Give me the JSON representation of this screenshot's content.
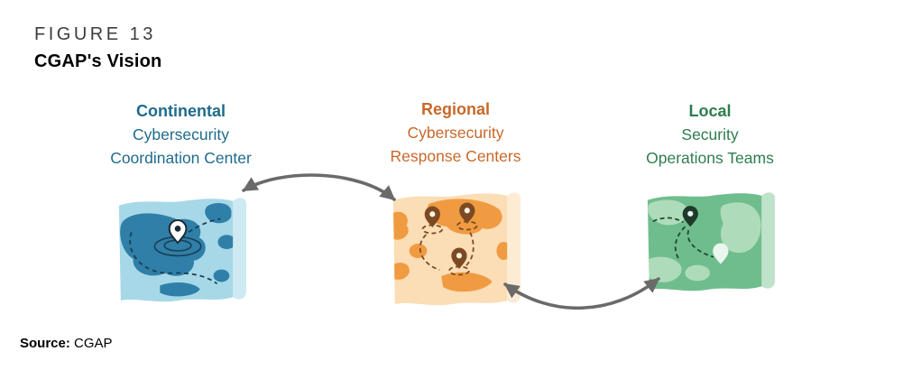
{
  "figure": {
    "label": "FIGURE 13",
    "title": "CGAP's Vision"
  },
  "nodes": [
    {
      "id": "continental",
      "title": "Continental",
      "line1": "Cybersecurity",
      "line2": "Coordination Center",
      "text_color": "#1e6b8c",
      "map_base": "#a7d8e8",
      "map_blob": "#2f7fa8",
      "map_curl": "#cdeaf3",
      "accent_dark": "#1c3e54",
      "pin_fill": "#ffffff",
      "pin_stroke": "#1c2b33",
      "pin_dot": "#1c2b33",
      "pin_count": 1
    },
    {
      "id": "regional",
      "title": "Regional",
      "line1": "Cybersecurity",
      "line2": "Response Centers",
      "text_color": "#c8682a",
      "map_base": "#fbddb6",
      "map_blob": "#f09b41",
      "map_curl": "#fdecd4",
      "accent_dark": "#7c4a22",
      "pin_fill": "#7c4a22",
      "pin_stroke": "#7c4a22",
      "pin_dot": "#fdf3e3",
      "pin_count": 3
    },
    {
      "id": "local",
      "title": "Local",
      "line1": "Security",
      "line2": "Operations Teams",
      "text_color": "#2e7d4f",
      "map_base": "#6fbd8c",
      "map_blob": "#aedcba",
      "map_curl": "#bfe3ca",
      "accent_dark": "#1e4831",
      "pin_fill": "#1e3a2a",
      "pin_stroke": "#1e3a2a",
      "pin_dot": "#eaf6ee",
      "pin_count": 2
    }
  ],
  "connections": [
    {
      "from": "Continental Cybersecurity Coordination Center",
      "to": "Regional Cybersecurity Response Centers",
      "type": "bidirectional-arrow"
    },
    {
      "from": "Regional Cybersecurity Response Centers",
      "to": "Local Security Operations Teams",
      "type": "bidirectional-arrow"
    }
  ],
  "arrow_color": "#6a6a6a",
  "source": {
    "label": "Source:",
    "value": "CGAP"
  }
}
